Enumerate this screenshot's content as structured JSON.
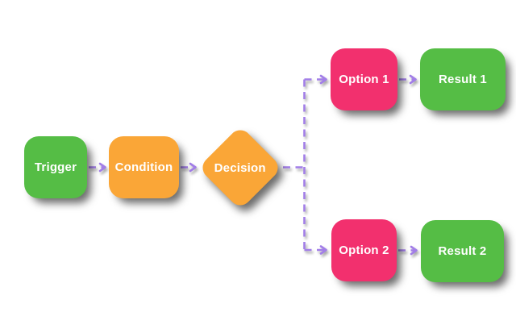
{
  "diagram": {
    "type": "flowchart",
    "background": "#ffffff",
    "connector_style": "dashed",
    "colors": {
      "green": "#55bd45",
      "orange": "#faa637",
      "pink": "#f2306e",
      "connector_purple": "#a27ee8",
      "label_text": "#ffffff"
    },
    "nodes": [
      {
        "id": "trigger",
        "label": "Trigger",
        "shape": "rounded-rect",
        "color": "#55bd45"
      },
      {
        "id": "condition",
        "label": "Condition",
        "shape": "rounded-rect",
        "color": "#faa637"
      },
      {
        "id": "decision",
        "label": "Decision",
        "shape": "diamond",
        "color": "#faa637"
      },
      {
        "id": "option1",
        "label": "Option 1",
        "shape": "rounded-rect",
        "color": "#f2306e"
      },
      {
        "id": "result1",
        "label": "Result 1",
        "shape": "rounded-rect",
        "color": "#55bd45"
      },
      {
        "id": "option2",
        "label": "Option 2",
        "shape": "rounded-rect",
        "color": "#f2306e"
      },
      {
        "id": "result2",
        "label": "Result 2",
        "shape": "rounded-rect",
        "color": "#55bd45"
      }
    ],
    "edges": [
      {
        "from": "trigger",
        "to": "condition",
        "style": "dashed-arrow"
      },
      {
        "from": "condition",
        "to": "decision",
        "style": "dashed-arrow"
      },
      {
        "from": "decision",
        "to": "option1",
        "style": "dashed-elbow-arrow"
      },
      {
        "from": "decision",
        "to": "option2",
        "style": "dashed-elbow-arrow"
      },
      {
        "from": "option1",
        "to": "result1",
        "style": "dashed-arrow"
      },
      {
        "from": "option2",
        "to": "result2",
        "style": "dashed-arrow"
      }
    ]
  }
}
